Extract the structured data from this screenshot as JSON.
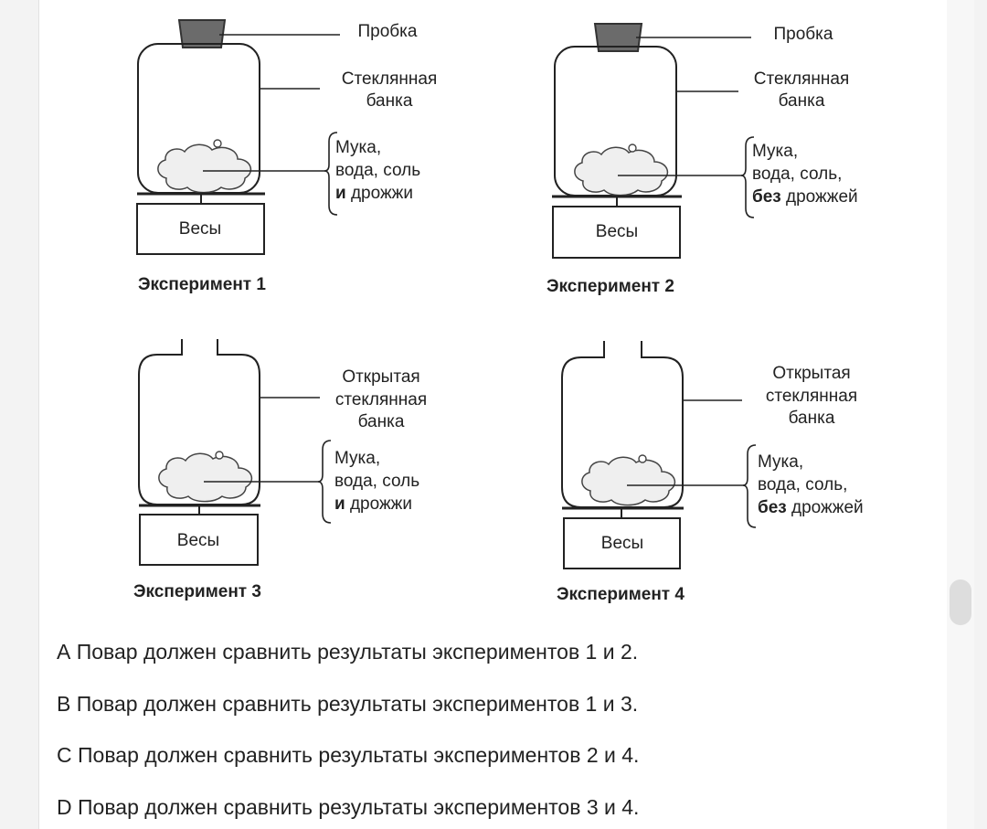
{
  "experiments": [
    {
      "caption": "Эксперимент 1",
      "jar_label_lines": [
        "Стеклянная",
        "банка"
      ],
      "stopper_label": "Пробка",
      "contents": {
        "line1": "Мука,",
        "line2": "вода, соль",
        "bold": "и",
        "rest": " дрожжи"
      },
      "scale_label": "Весы"
    },
    {
      "caption": "Эксперимент 2",
      "jar_label_lines": [
        "Стеклянная",
        "банка"
      ],
      "stopper_label": "Пробка",
      "contents": {
        "line1": "Мука,",
        "line2": "вода, соль,",
        "bold": "без",
        "rest": " дрожжей"
      },
      "scale_label": "Весы"
    },
    {
      "caption": "Эксперимент 3",
      "jar_label_lines": [
        "Открытая",
        "стеклянная",
        "банка"
      ],
      "stopper_label": "",
      "contents": {
        "line1": "Мука,",
        "line2": "вода, соль",
        "bold": "и",
        "rest": " дрожжи"
      },
      "scale_label": "Весы"
    },
    {
      "caption": "Эксперимент 4",
      "jar_label_lines": [
        "Открытая",
        "стеклянная",
        "банка"
      ],
      "stopper_label": "",
      "contents": {
        "line1": "Мука,",
        "line2": "вода, соль,",
        "bold": "без",
        "rest": " дрожжей"
      },
      "scale_label": "Весы"
    }
  ],
  "options": [
    "А Повар должен сравнить результаты экспериментов 1 и 2.",
    "В Повар должен сравнить результаты экспериментов 1 и 3.",
    "С Повар должен сравнить результаты экспериментов 2 и 4.",
    "D Повар должен сравнить результаты экспериментов 3 и 4."
  ]
}
